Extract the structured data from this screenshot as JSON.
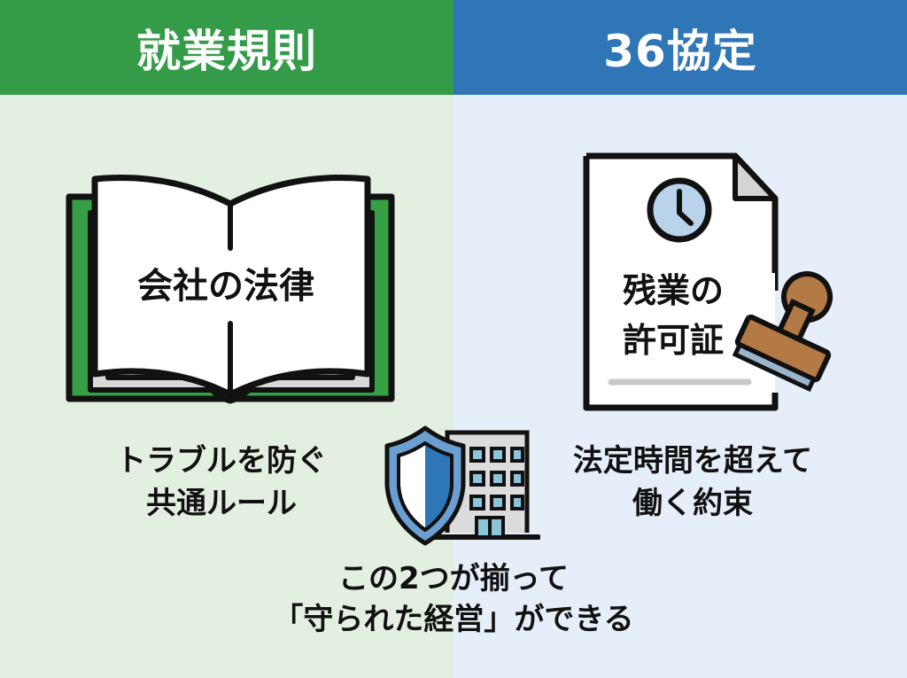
{
  "left_panel": {
    "title": "就業規則",
    "icon": "open-book-icon",
    "book_label": "会社の法律",
    "caption_line1": "トラブルを防ぐ",
    "caption_line2": "共通ルール",
    "header_color": "#349b49",
    "background_color": "#e3efe1"
  },
  "right_panel": {
    "title": "36協定",
    "icon": "document-with-clock-and-stamp-icon",
    "doc_label_line1": "残業の",
    "doc_label_line2": "許可証",
    "caption_line1": "法定時間を超えて",
    "caption_line2": "働く約束",
    "header_color": "#2e76b6",
    "background_color": "#e5eef9"
  },
  "center": {
    "icons": [
      "shield-icon",
      "office-building-icon"
    ],
    "message_line1": "この2つが揃って",
    "message_line2": "「守られた経営」ができる"
  }
}
